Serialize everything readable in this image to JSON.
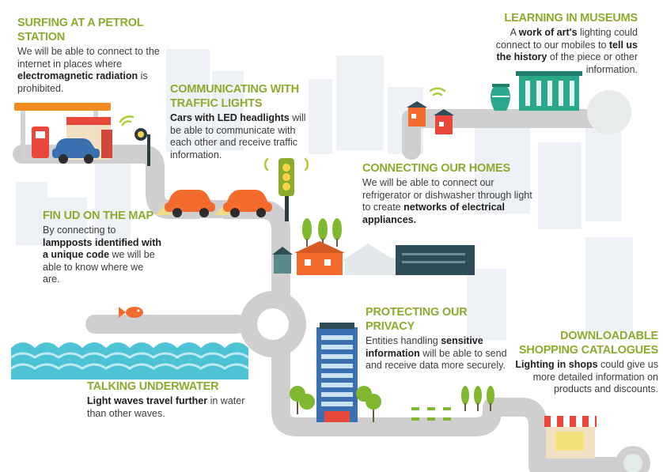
{
  "sections": {
    "petrol": {
      "title": "SURFING AT A PETROL STATION",
      "body": [
        {
          "t": "We will be able to connect to the internet in places where ",
          "b": false
        },
        {
          "t": "electromagnetic radiation",
          "b": true
        },
        {
          "t": " is prohibited.",
          "b": false
        }
      ]
    },
    "traffic": {
      "title": "COMMUNICATING WITH TRAFFIC LIGHTS",
      "body": [
        {
          "t": "Cars with LED headlights",
          "b": true
        },
        {
          "t": " will be able to communicate with each other and receive traffic information.",
          "b": false
        }
      ]
    },
    "museums": {
      "title": "LEARNING IN MUSEUMS",
      "body": [
        {
          "t": "A ",
          "b": false
        },
        {
          "t": "work of art's",
          "b": true
        },
        {
          "t": " lighting could connect to our mobiles to ",
          "b": false
        },
        {
          "t": "tell us the history",
          "b": true
        },
        {
          "t": " of the piece or other information.",
          "b": false
        }
      ]
    },
    "homes": {
      "title": "CONNECTING OUR HOMES",
      "body": [
        {
          "t": "We will be able to connect our refrigerator or dishwasher through light to create ",
          "b": false
        },
        {
          "t": "networks of electrical appliances.",
          "b": true
        }
      ]
    },
    "map": {
      "title": "FIN UD ON THE MAP",
      "body": [
        {
          "t": "By connecting to ",
          "b": false
        },
        {
          "t": "lampposts identified with a unique code",
          "b": true
        },
        {
          "t": " we will be able to know where we are.",
          "b": false
        }
      ]
    },
    "privacy": {
      "title": "PROTECTING OUR PRIVACY",
      "body": [
        {
          "t": "Entities handling ",
          "b": false
        },
        {
          "t": "sensitive information",
          "b": true
        },
        {
          "t": " will be able to send and receive data more securely.",
          "b": false
        }
      ]
    },
    "underwater": {
      "title": "TALKING UNDERWATER",
      "body": [
        {
          "t": "Light waves travel further",
          "b": true
        },
        {
          "t": " in water than other waves.",
          "b": false
        }
      ]
    },
    "shopping": {
      "title": "DOWNLOADABLE SHOPPING CATALOGUES",
      "body": [
        {
          "t": "Lighting in shops",
          "b": true
        },
        {
          "t": " could give us more detailed information on products and discounts.",
          "b": false
        }
      ]
    }
  },
  "colors": {
    "heading": "#8cab2c",
    "road": "#cfcfcf",
    "skyline": "#eef2f7",
    "car": "#f46b2e",
    "water": "#4fc3d6",
    "tree": "#7fb82e",
    "building_blue": "#3a6fb0",
    "shop_red": "#e8473a",
    "museum": "#2aa88c"
  },
  "icons": [
    "wifi-signal-icon",
    "car-icon",
    "traffic-light-icon",
    "lamppost-icon",
    "fish-icon",
    "tree-icon",
    "house-icon",
    "shop-icon",
    "vase-icon",
    "museum-icon",
    "office-tower-icon",
    "petrol-station-icon"
  ]
}
